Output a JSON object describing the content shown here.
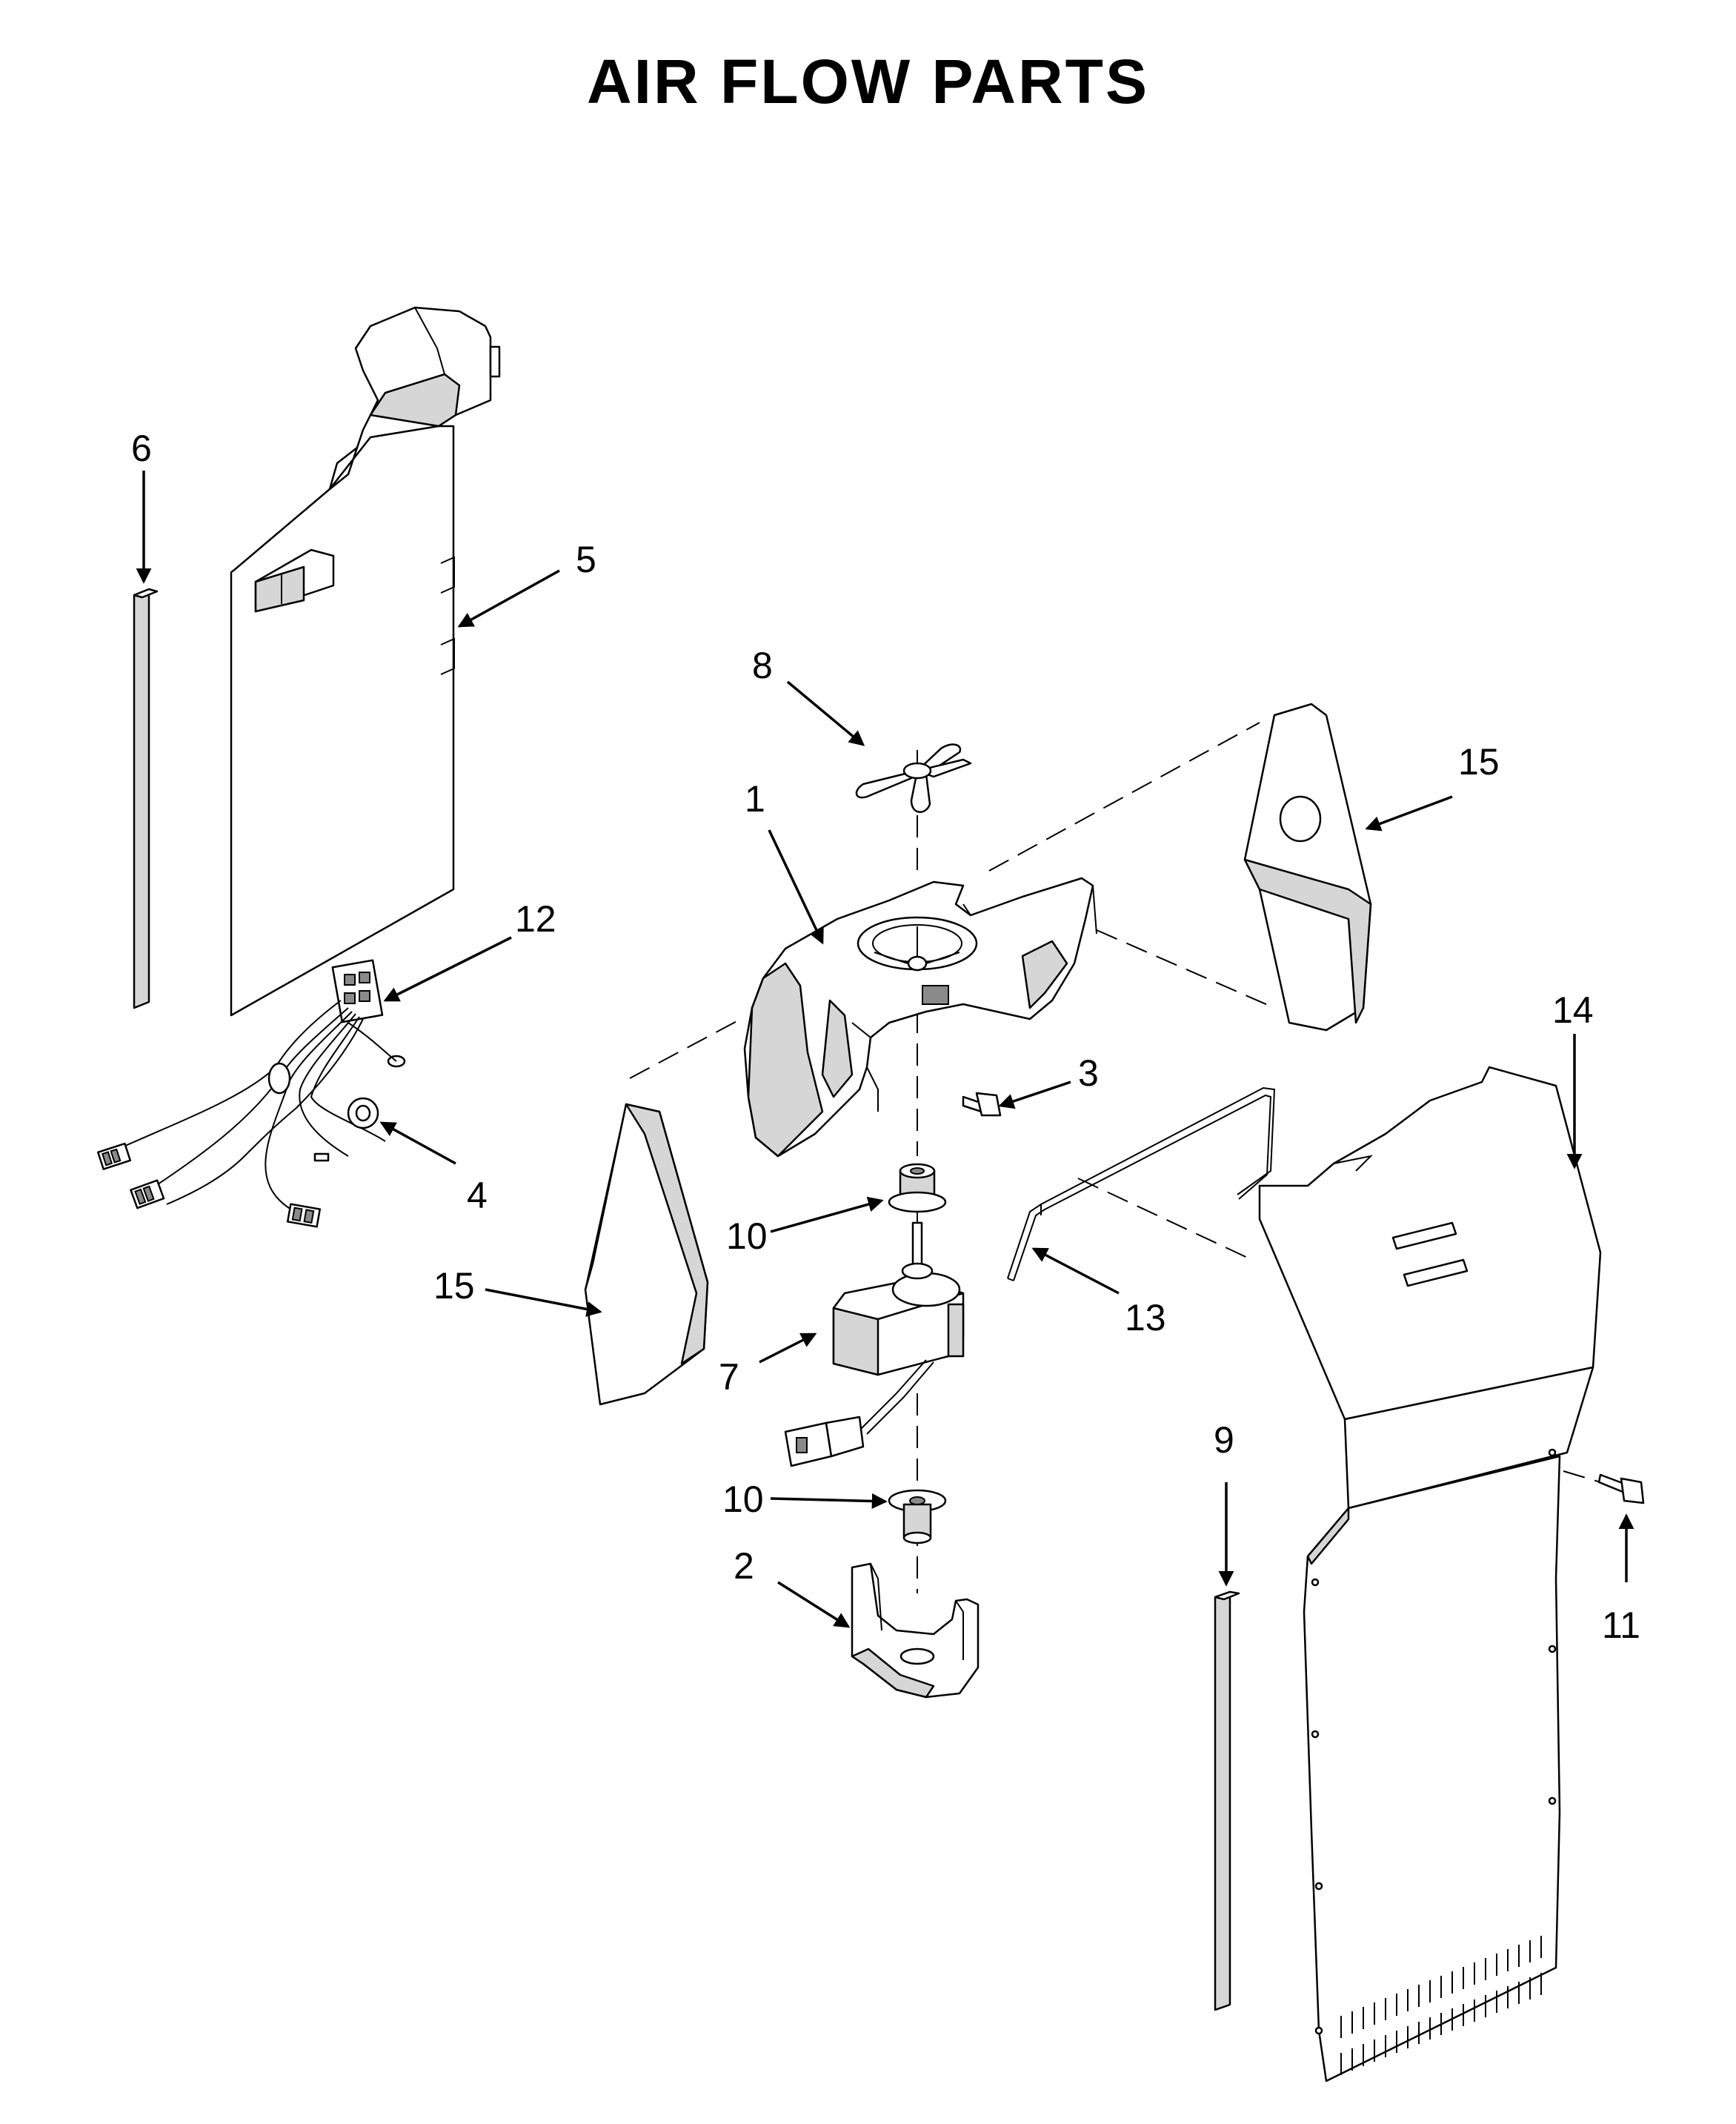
{
  "title": "AIR FLOW PARTS",
  "callouts": [
    "1",
    "2",
    "3",
    "4",
    "5",
    "6",
    "7",
    "8",
    "9",
    "10",
    "10",
    "11",
    "12",
    "13",
    "14",
    "15",
    "15"
  ]
}
